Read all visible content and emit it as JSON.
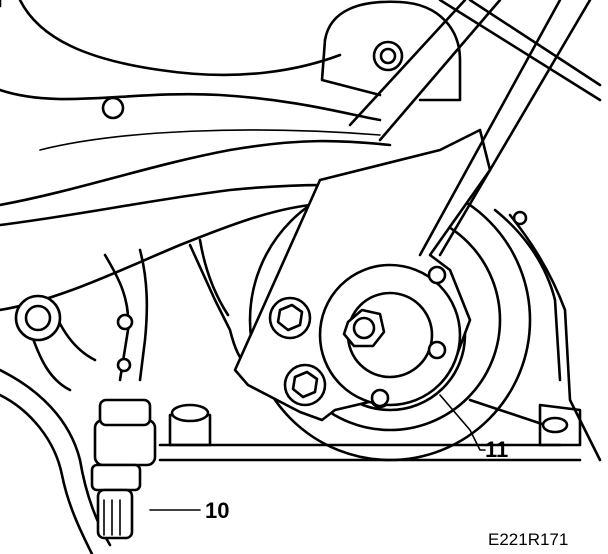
{
  "callouts": [
    {
      "number": "10"
    },
    {
      "number": "11"
    }
  ],
  "figure_code": "E221R171",
  "colors": {
    "line": "#000000",
    "background": "#ffffff"
  }
}
